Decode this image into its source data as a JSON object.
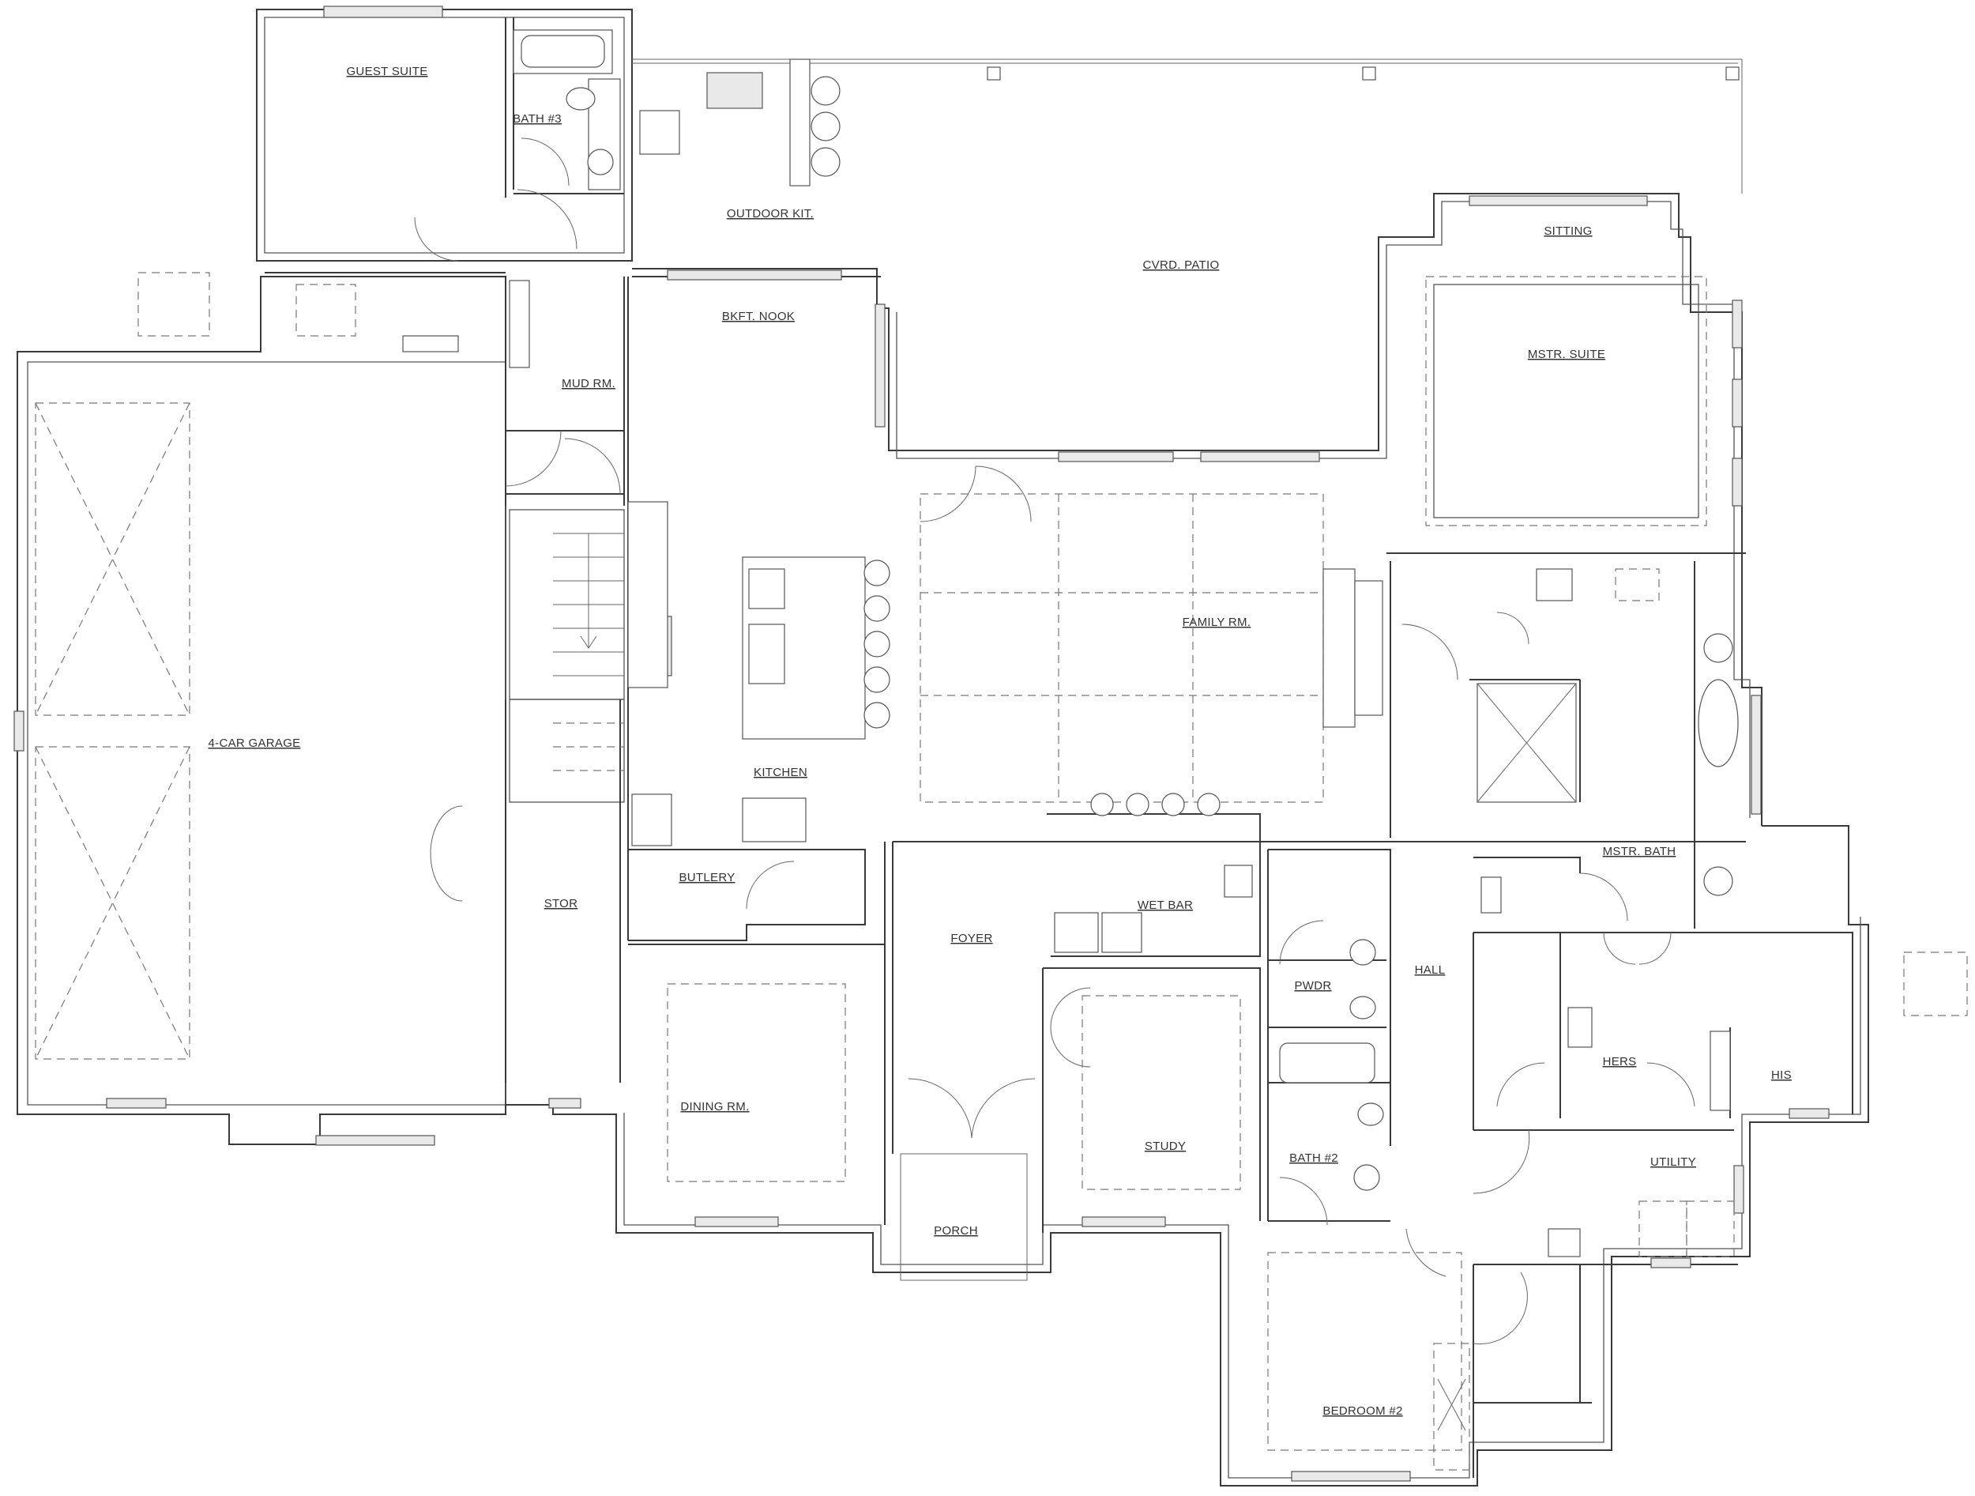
{
  "rooms": {
    "guest_suite": "GUEST SUITE",
    "bath3": "BATH #3",
    "outdoor_kitchen": "OUTDOOR KIT.",
    "covered_patio": "CVRD. PATIO",
    "sitting": "SITTING",
    "master_suite": "MSTR. SUITE",
    "breakfast_nook": "BKFT. NOOK",
    "mud_room": "MUD RM.",
    "family_room": "FAMILY RM.",
    "garage": "4-CAR GARAGE",
    "kitchen": "KITCHEN",
    "butlery": "BUTLERY",
    "storage": "STOR",
    "wet_bar": "WET BAR",
    "foyer": "FOYER",
    "powder": "PWDR",
    "hall": "HALL",
    "master_bath": "MSTR. BATH",
    "hers": "HERS",
    "his": "HIS",
    "dining_room": "DINING RM.",
    "study": "STUDY",
    "bath2": "BATH #2",
    "utility": "UTILITY",
    "porch": "PORCH",
    "bedroom2": "BEDROOM #2"
  }
}
